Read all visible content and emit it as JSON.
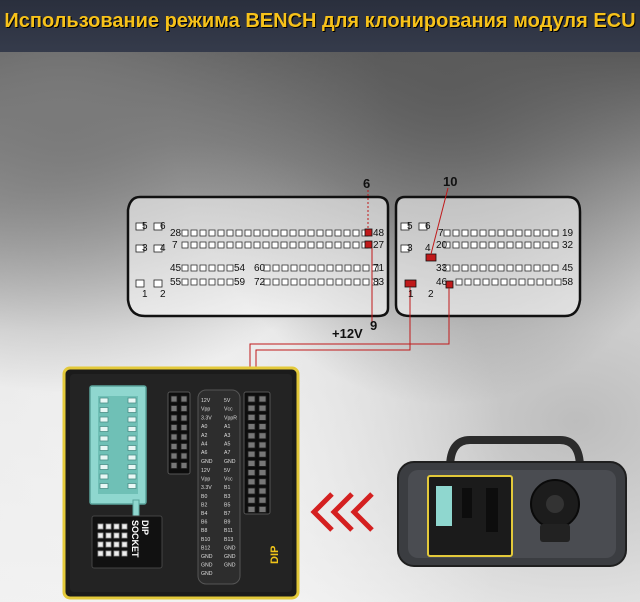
{
  "header": {
    "title": "Использование режима BENCH для клонирования модуля ECU"
  },
  "ecu_left": {
    "pins_top_row": [
      "5",
      "6"
    ],
    "pins_second_row": [
      "3",
      "4"
    ],
    "pins_bottom_row": [
      "1",
      "2"
    ],
    "row_starts": [
      "28",
      "7",
      "45",
      "55"
    ],
    "mid_labels": [
      "54",
      "59",
      "60",
      "72"
    ],
    "row_ends": [
      "48",
      "27",
      "71",
      "83"
    ],
    "callout_top": "6",
    "callout_bottom": "9",
    "power_label": "+12V"
  },
  "ecu_right": {
    "pins_top_row": [
      "5",
      "6"
    ],
    "pins_second_row": [
      "3",
      "4"
    ],
    "pins_bottom_row": [
      "1",
      "2"
    ],
    "row_starts": [
      "7",
      "20",
      "33",
      "46"
    ],
    "row_ends": [
      "19",
      "32",
      "45",
      "58"
    ],
    "callout_top": "10"
  },
  "adapter": {
    "name": "DIP",
    "socket_label_line1": "DIP",
    "socket_label_line2": "SOCKET",
    "header1_labels_left": [
      "12V",
      "Vpp",
      "3.3V",
      "A0",
      "A2",
      "A4",
      "A6",
      "GND"
    ],
    "header1_labels_right": [
      "5V",
      "Vcc",
      "VppR",
      "A1",
      "A3",
      "A5",
      "A7",
      "GND"
    ],
    "header2_labels_left": [
      "12V",
      "Vpp",
      "3.3V",
      "B0",
      "B2",
      "B4",
      "B6",
      "B8",
      "B10",
      "B12",
      "GND",
      "GND",
      "GND"
    ],
    "header2_labels_right": [
      "5V",
      "Vcc",
      "B1",
      "B3",
      "B5",
      "B7",
      "B9",
      "B11",
      "B13",
      "GND",
      "GND",
      "GND"
    ]
  },
  "colors": {
    "title": "#f7c21a",
    "header_bg": "#2a2f3d",
    "highlight_pin": "#c0191a",
    "adapter_border": "#e3c93a",
    "arrow_red": "#d42020"
  }
}
